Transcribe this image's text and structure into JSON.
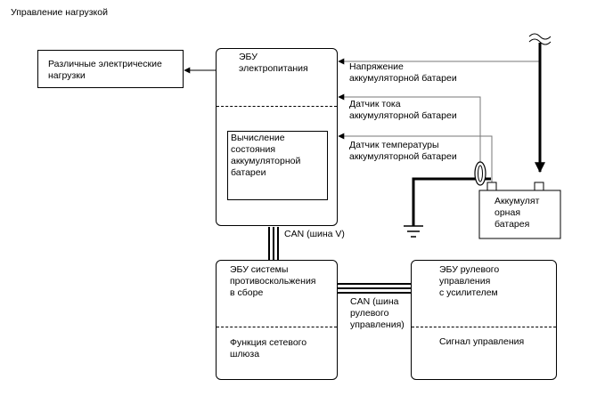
{
  "title": "Управление нагрузкой",
  "loads": {
    "line1": "Различные электрические",
    "line2": "нагрузки"
  },
  "power_ecu": {
    "line1": "ЭБУ",
    "line2": "электропитания"
  },
  "calc": {
    "line1": "Вычисление",
    "line2": "состояния",
    "line3": "аккумуляторной",
    "line4": "батареи"
  },
  "voltage": {
    "line1": "Напряжение",
    "line2": "аккумуляторной батареи"
  },
  "current": {
    "line1": "Датчик тока",
    "line2": "аккумуляторной батареи"
  },
  "temp": {
    "line1": "Датчик температуры",
    "line2": "аккумуляторной батареи"
  },
  "battery": {
    "line1": "Аккумулят",
    "line2": "орная",
    "line3": "батарея"
  },
  "can_v": "CAN (шина V)",
  "collision_ecu": {
    "line1": "ЭБУ системы",
    "line2": "противоскольжения",
    "line3": "в сборе",
    "func1": "Функция сетевого",
    "func2": "шлюза"
  },
  "can_steer": {
    "line1": "CAN (шина",
    "line2": "рулевого",
    "line3": "управления)"
  },
  "steer_ecu": {
    "line1": "ЭБУ рулевого",
    "line2": "управления",
    "line3": "с усилителем",
    "func1": "Сигнал управления"
  },
  "colors": {
    "line": "#000000",
    "thin_line": "#777777",
    "background": "#ffffff"
  }
}
